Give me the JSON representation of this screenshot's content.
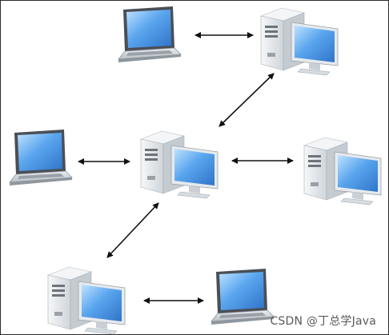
{
  "diagram": {
    "type": "network-topology",
    "nodes": [
      {
        "id": "laptop-top",
        "kind": "laptop-icon"
      },
      {
        "id": "desktop-top-right",
        "kind": "desktop-computer-icon"
      },
      {
        "id": "laptop-left",
        "kind": "laptop-icon"
      },
      {
        "id": "desktop-center",
        "kind": "desktop-computer-icon"
      },
      {
        "id": "desktop-right",
        "kind": "desktop-computer-icon"
      },
      {
        "id": "desktop-bottom-left",
        "kind": "desktop-computer-icon"
      },
      {
        "id": "laptop-bottom-right",
        "kind": "laptop-icon"
      }
    ],
    "links": [
      {
        "from": "laptop-top",
        "to": "desktop-top-right",
        "arrows": "both"
      },
      {
        "from": "desktop-top-right",
        "to": "desktop-center",
        "arrows": "both"
      },
      {
        "from": "laptop-left",
        "to": "desktop-center",
        "arrows": "both"
      },
      {
        "from": "desktop-center",
        "to": "desktop-right",
        "arrows": "both"
      },
      {
        "from": "desktop-center",
        "to": "desktop-bottom-left",
        "arrows": "both"
      },
      {
        "from": "desktop-bottom-left",
        "to": "laptop-bottom-right",
        "arrows": "both"
      }
    ]
  },
  "watermark": "CSDN @丁总学Java",
  "colors": {
    "arrow": "#111111",
    "screen_blue": "#3f86d8",
    "case_grey": "#dde2e6",
    "frame": "#2b2b2b"
  }
}
